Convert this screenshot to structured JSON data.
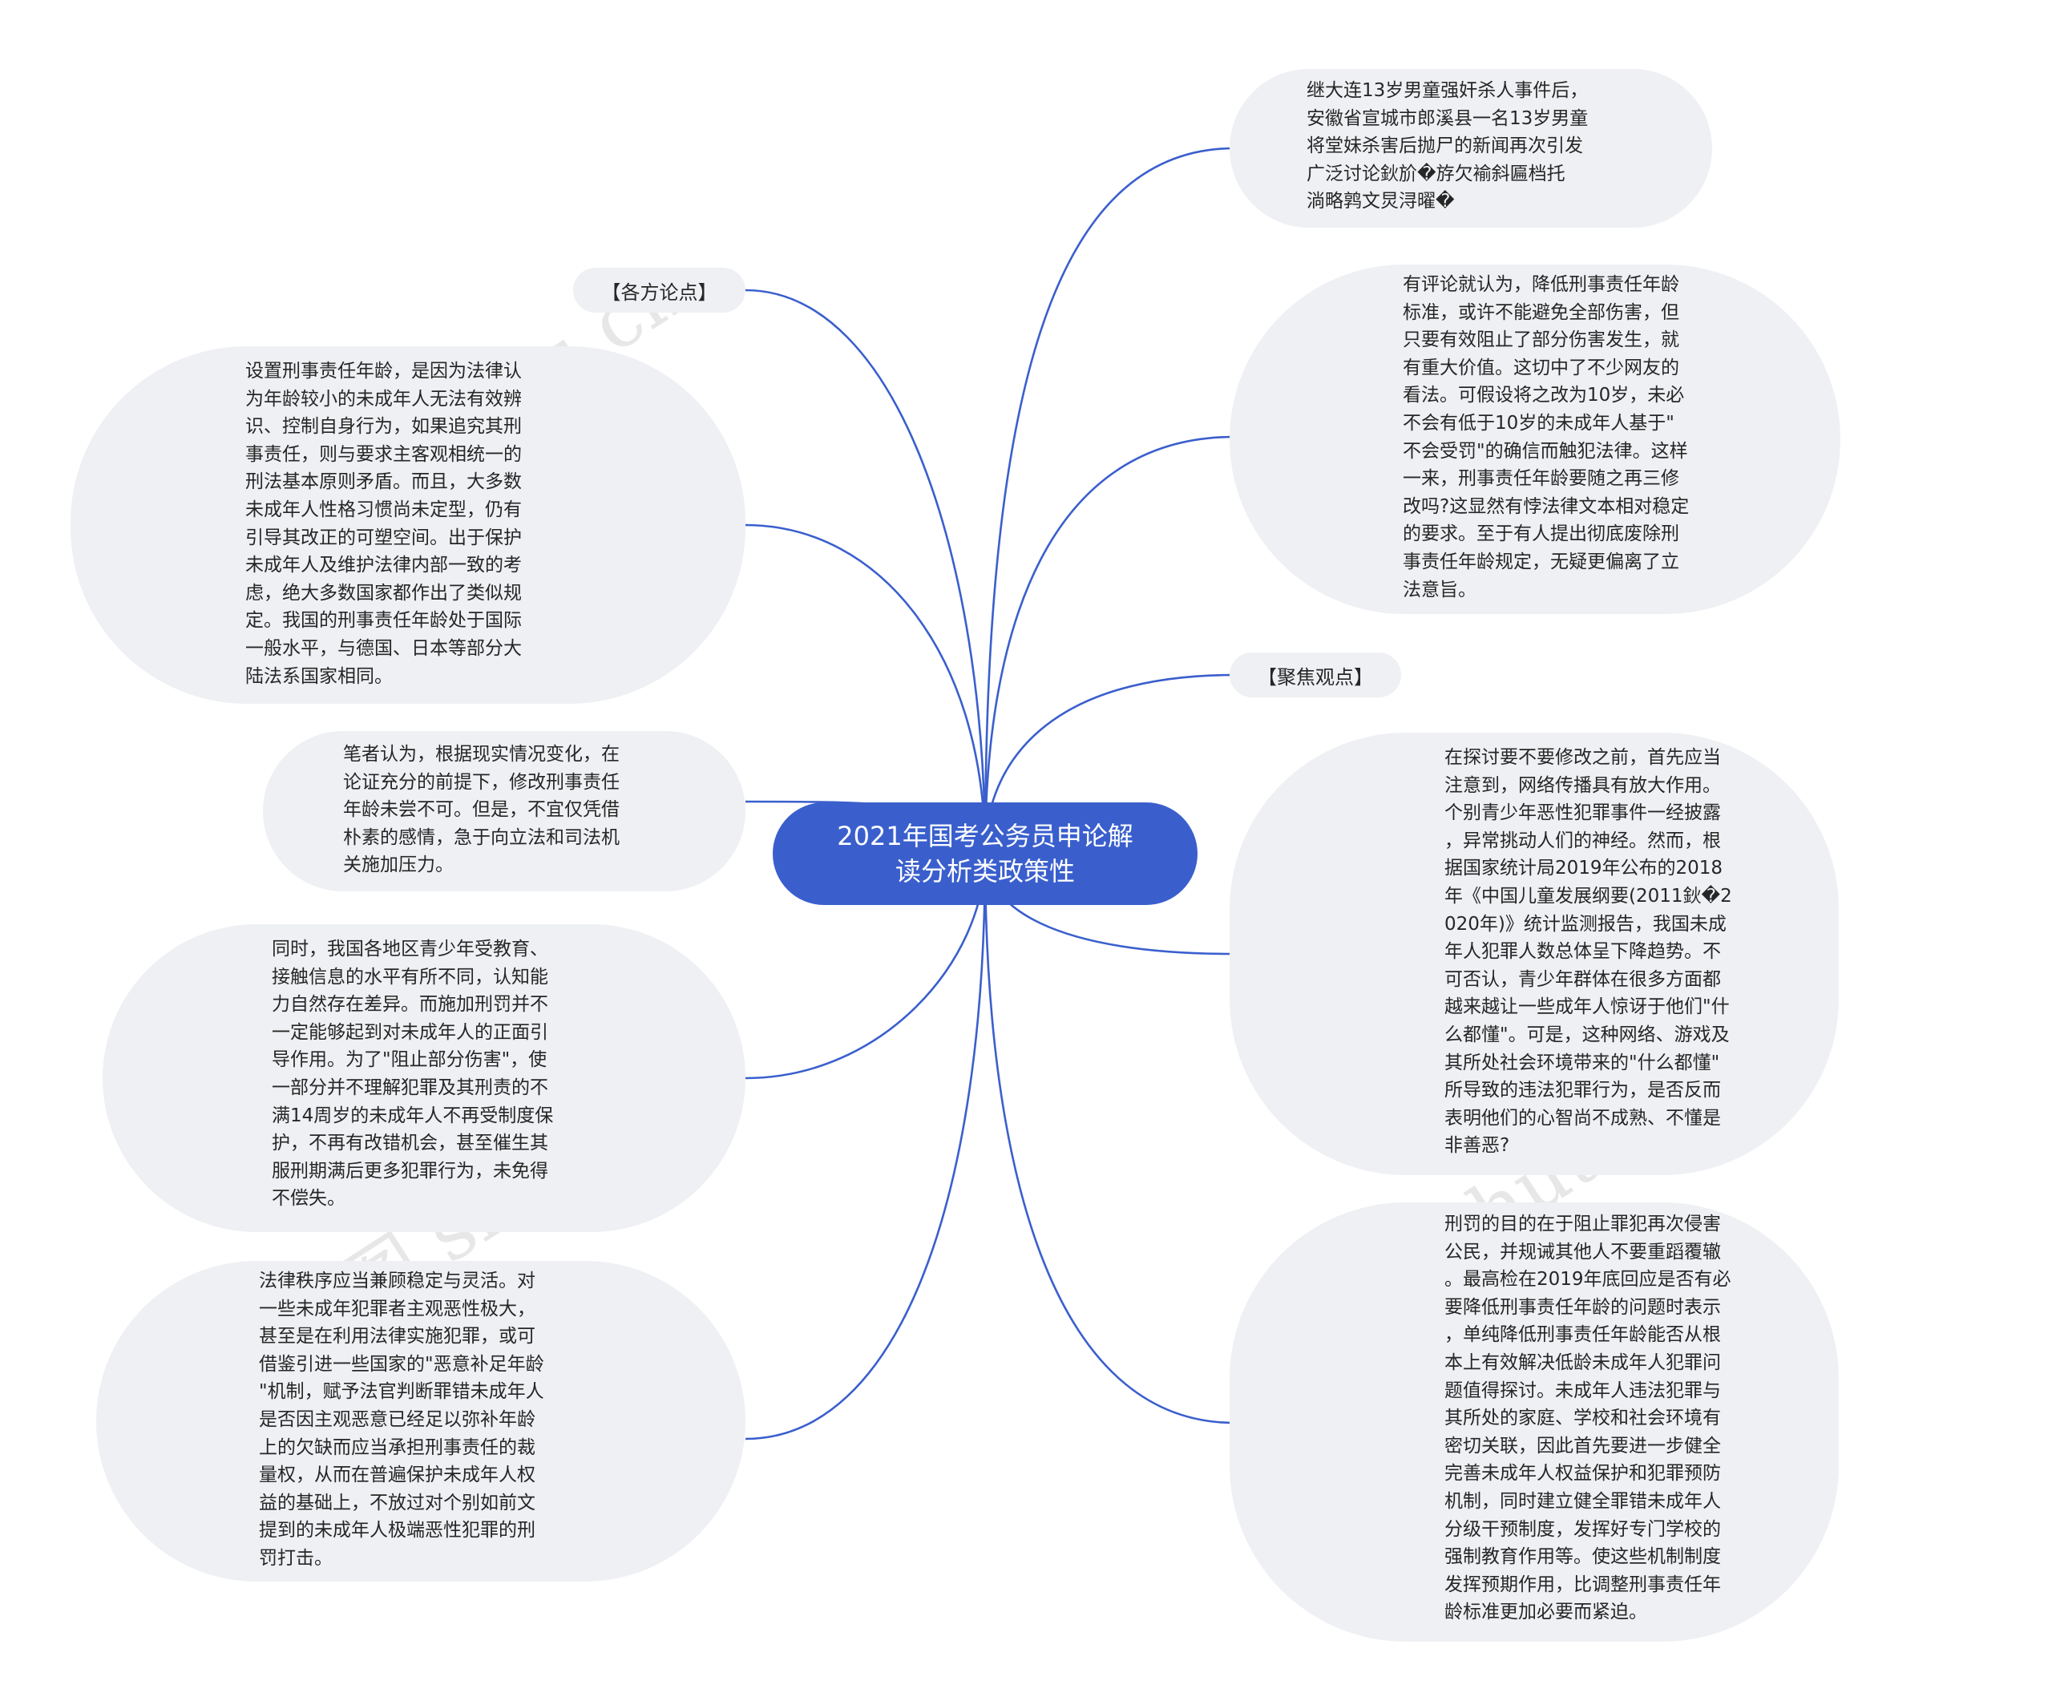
{
  "center": {
    "title": "2021年国考公务员申论解\n读分析类政策性"
  },
  "left": {
    "label_views": "【各方论点】",
    "node1": "设置刑事责任年龄，是因为法律认\n为年龄较小的未成年人无法有效辨\n识、控制自身行为，如果追究其刑\n事责任，则与要求主客观相统一的\n刑法基本原则矛盾。而且，大多数\n未成年人性格习惯尚未定型，仍有\n引导其改正的可塑空间。出于保护\n未成年人及维护法律内部一致的考\n虑，绝大多数国家都作出了类似规\n定。我国的刑事责任年龄处于国际\n一般水平，与德国、日本等部分大\n陆法系国家相同。",
    "node2": "笔者认为，根据现实情况变化，在\n论证充分的前提下，修改刑事责任\n年龄未尝不可。但是，不宜仅凭借\n朴素的感情，急于向立法和司法机\n关施加压力。",
    "node3": "同时，我国各地区青少年受教育、\n接触信息的水平有所不同，认知能\n力自然存在差异。而施加刑罚并不\n一定能够起到对未成年人的正面引\n导作用。为了\"阻止部分伤害\"，使\n一部分并不理解犯罪及其刑责的不\n满14周岁的未成年人不再受制度保\n护，不再有改错机会，甚至催生其\n服刑期满后更多犯罪行为，未免得\n不偿失。",
    "node4": "法律秩序应当兼顾稳定与灵活。对\n一些未成年犯罪者主观恶性极大，\n甚至是在利用法律实施犯罪，或可\n借鉴引进一些国家的\"恶意补足年龄\n\"机制，赋予法官判断罪错未成年人\n是否因主观恶意已经足以弥补年龄\n上的欠缺而应当承担刑事责任的裁\n量权，从而在普遍保护未成年人权\n益的基础上，不放过对个别如前文\n提到的未成年人极端恶性犯罪的刑\n罚打击。"
  },
  "right": {
    "node1": "继大连13岁男童强奸杀人事件后，\n安徽省宣城市郎溪县一名13岁男童\n将堂妹杀害后抛尸的新闻再次引发\n广泛讨论鈥斺�斿欠褕斜匾档托\n淌略鹑文炅浔曜�",
    "node2": "有评论就认为，降低刑事责任年龄\n标准，或许不能避免全部伤害，但\n只要有效阻止了部分伤害发生，就\n有重大价值。这切中了不少网友的\n看法。可假设将之改为10岁，未必\n不会有低于10岁的未成年人基于\"\n不会受罚\"的确信而触犯法律。这样\n一来，刑事责任年龄要随之再三修\n改吗?这显然有悖法律文本相对稳定\n的要求。至于有人提出彻底废除刑\n事责任年龄规定，无疑更偏离了立\n法意旨。",
    "label_focus": "【聚焦观点】",
    "node3": "在探讨要不要修改之前，首先应当\n注意到，网络传播具有放大作用。\n个别青少年恶性犯罪事件一经披露\n，异常挑动人们的神经。然而，根\n据国家统计局2019年公布的2018\n年《中国儿童发展纲要(2011鈥�2\n020年)》统计监测报告，我国未成\n年人犯罪人数总体呈下降趋势。不\n可否认，青少年群体在很多方面都\n越来越让一些成年人惊讶于他们\"什\n么都懂\"。可是，这种网络、游戏及\n其所处社会环境带来的\"什么都懂\"\n所导致的违法犯罪行为，是否反而\n表明他们的心智尚不成熟、不懂是\n非善恶?",
    "node4": "刑罚的目的在于阻止罪犯再次侵害\n公民，并规诫其他人不要重蹈覆辙\n。最高检在2019年底回应是否有必\n要降低刑事责任年龄的问题时表示\n，单纯降低刑事责任年龄能否从根\n本上有效解决低龄未成年人犯罪问\n题值得探讨。未成年人违法犯罪与\n其所处的家庭、学校和社会环境有\n密切关联，因此首先要进一步健全\n完善未成年人权益保护和犯罪预防\n机制，同时建立健全罪错未成年人\n分级干预制度，发挥好专门学校的\n强制教育作用等。使这些机制制度\n发挥预期作用，比调整刑事责任年\n龄标准更加必要而紧迫。"
  },
  "watermark": "树图 shutu.cn",
  "colors": {
    "center_fill": "#3a5fcd",
    "link": "#3a5fcd",
    "node_fill": "#eef0f3"
  }
}
